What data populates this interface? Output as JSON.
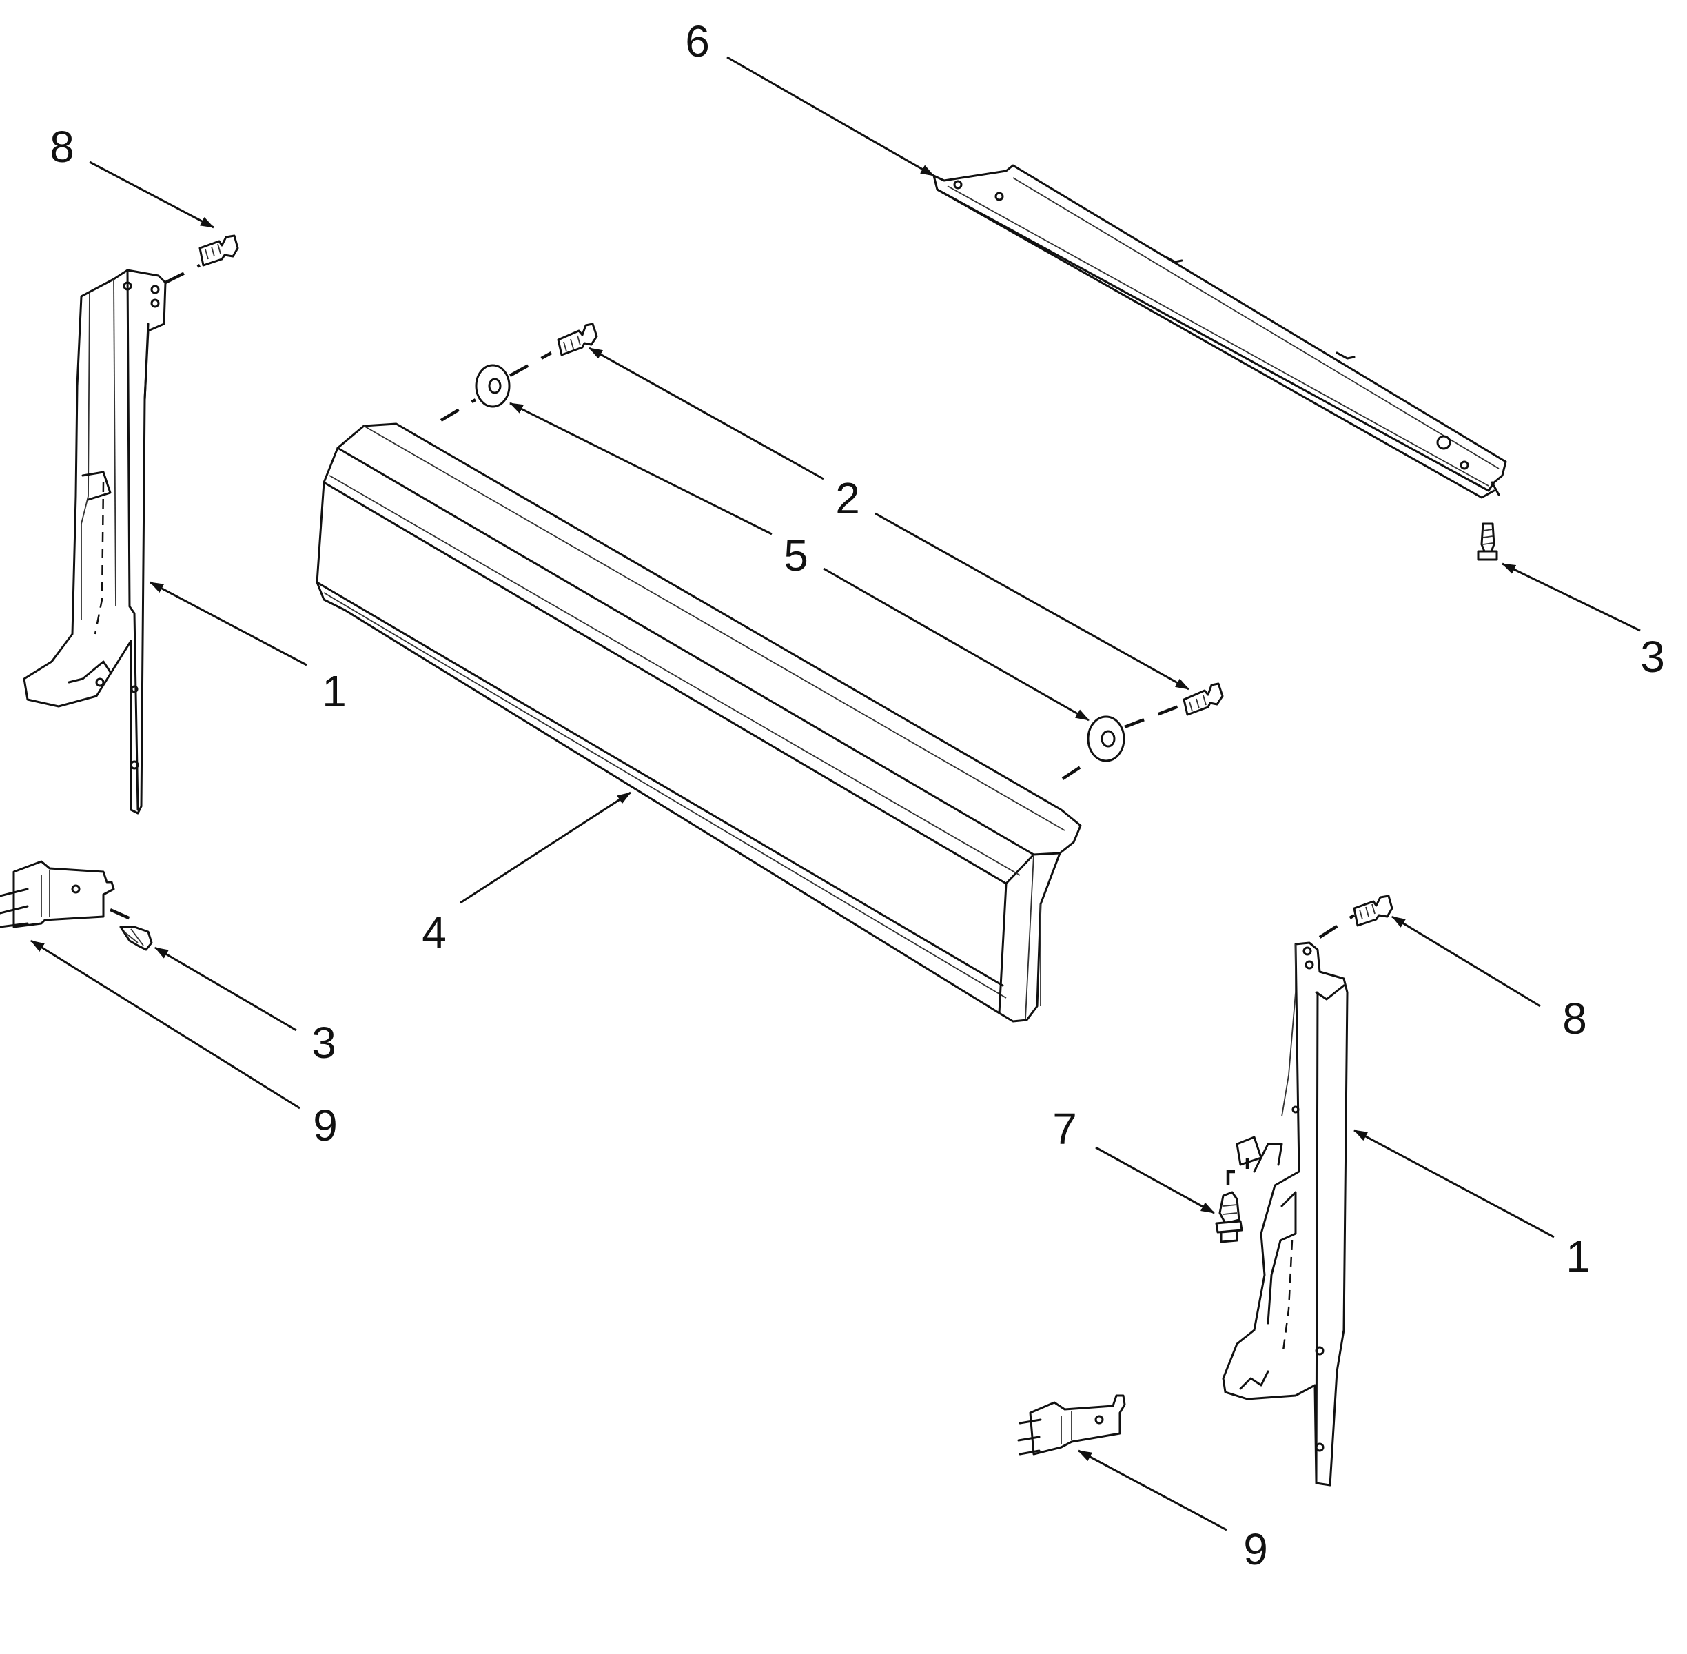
{
  "diagram": {
    "type": "exploded-parts-view",
    "colors": {
      "line": "#111111",
      "background": "#ffffff"
    },
    "callouts": [
      {
        "id": "c6",
        "label": "6"
      },
      {
        "id": "c8-l",
        "label": "8"
      },
      {
        "id": "c2",
        "label": "2"
      },
      {
        "id": "c5",
        "label": "5"
      },
      {
        "id": "c3-r",
        "label": "3"
      },
      {
        "id": "c1-l",
        "label": "1"
      },
      {
        "id": "c4",
        "label": "4"
      },
      {
        "id": "c3-l",
        "label": "3"
      },
      {
        "id": "c9-l",
        "label": "9"
      },
      {
        "id": "c8-r",
        "label": "8"
      },
      {
        "id": "c7",
        "label": "7"
      },
      {
        "id": "c1-r",
        "label": "1"
      },
      {
        "id": "c9-r",
        "label": "9"
      }
    ]
  }
}
